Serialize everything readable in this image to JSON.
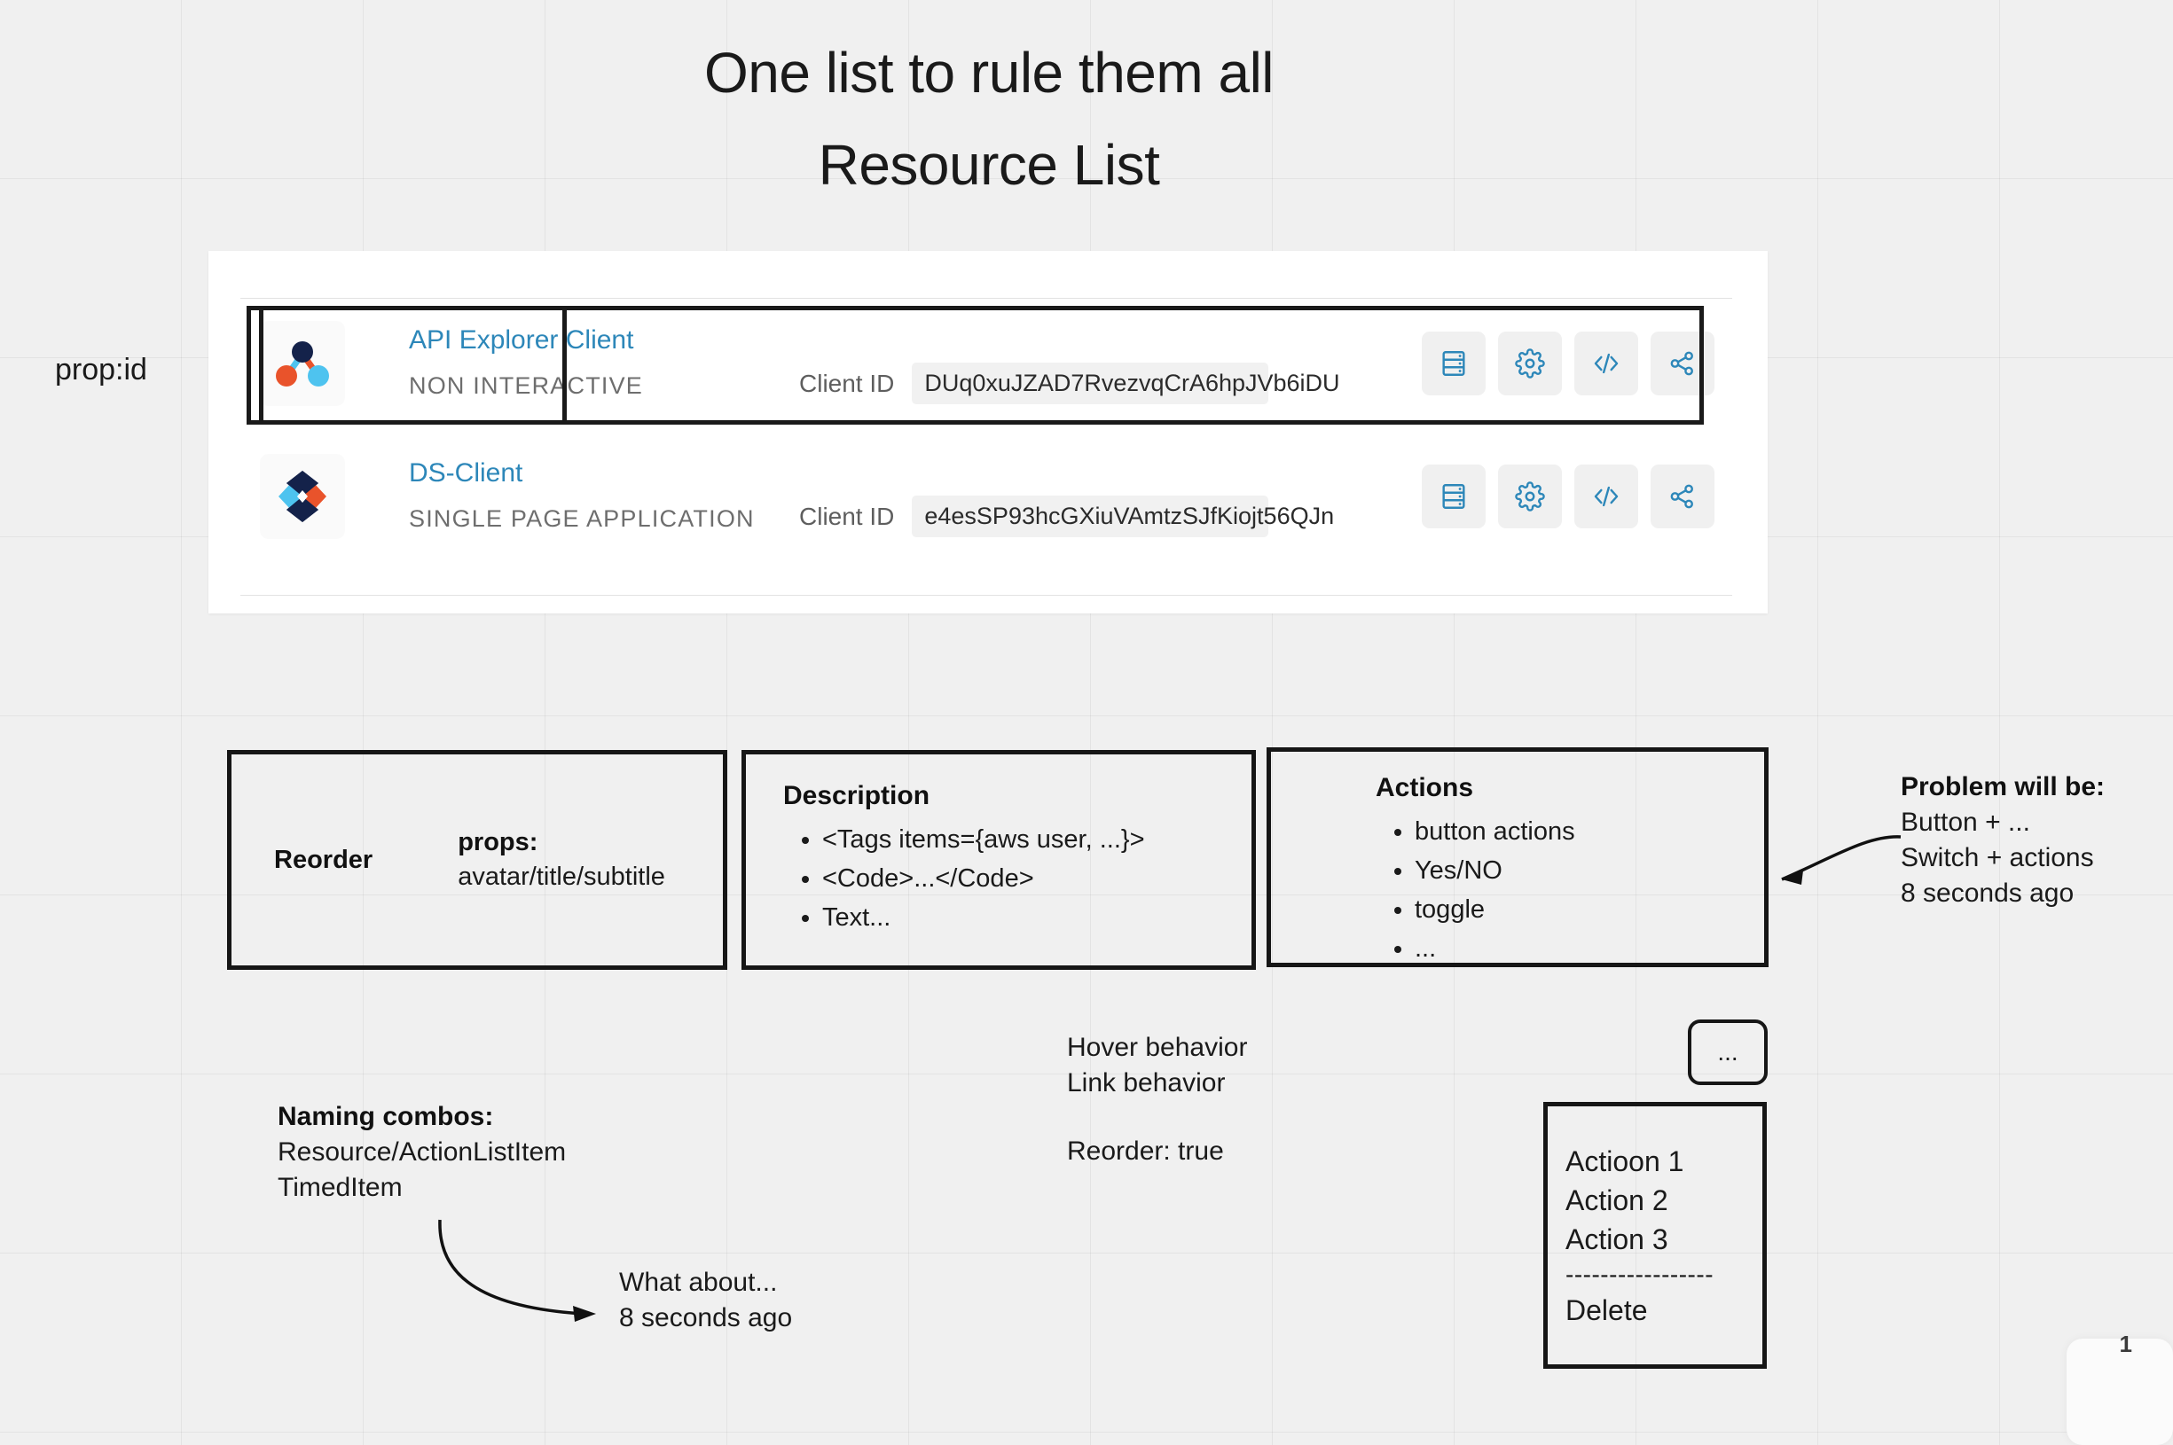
{
  "title": {
    "line1": "One list to rule them all",
    "line2": "Resource List"
  },
  "prop_label": "prop:id",
  "list": {
    "client_id_label": "Client ID",
    "rows": [
      {
        "avatar": "molecule-icon",
        "title": "API Explorer Client",
        "subtitle": "NON INTERACTIVE",
        "client_id": "DUq0xuJZAD7RvezvqCrA6hpJVb6iDU",
        "actions": [
          "database-icon",
          "gear-icon",
          "code-icon",
          "share-icon"
        ]
      },
      {
        "avatar": "diamond-icon",
        "title": "DS-Client",
        "subtitle": "SINGLE PAGE APPLICATION",
        "client_id": "e4esSP93hcGXiuVAmtzSJfKiojt56QJn",
        "actions": [
          "database-icon",
          "gear-icon",
          "code-icon",
          "share-icon"
        ]
      }
    ]
  },
  "notes": {
    "reorder": {
      "word": "Reorder",
      "props_label": "props:",
      "props_value": "avatar/title/subtitle"
    },
    "description": {
      "heading": "Description",
      "items": [
        "<Tags items={aws user, ...}>",
        "<Code>...</Code>",
        "Text..."
      ]
    },
    "actions": {
      "heading": "Actions",
      "items": [
        "button actions",
        "Yes/NO",
        "toggle",
        "..."
      ]
    },
    "problem": {
      "heading": "Problem will be:",
      "line1": "Button + ...",
      "line2": "Switch + actions",
      "line3": "8 seconds ago"
    },
    "behavior": {
      "line1": "Hover behavior",
      "line2": "Link behavior",
      "reorder": "Reorder: true"
    },
    "naming": {
      "heading": "Naming combos:",
      "line1": "Resource/ActionListItem",
      "line2": "TimedItem"
    },
    "what_about": {
      "line1": "What about...",
      "line2": "8 seconds ago"
    }
  },
  "menu": {
    "trigger": "...",
    "items": [
      "Actioon 1",
      "Action 2",
      "Action 3"
    ],
    "separator": "-----------------",
    "delete": "Delete"
  },
  "page_number": "1",
  "colors": {
    "link": "#2d87b9",
    "avatar_navy": "#14224a",
    "avatar_orange": "#e9532b",
    "avatar_blue": "#4ec3ef",
    "icon": "#2d87b9"
  }
}
